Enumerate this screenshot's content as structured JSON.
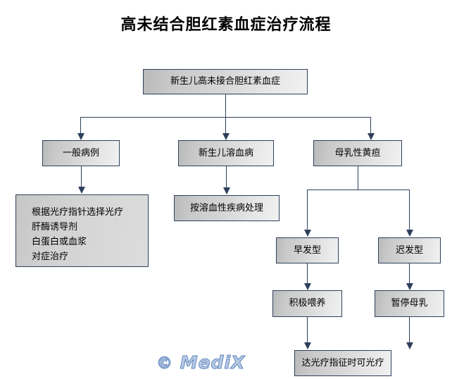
{
  "title": "高未结合胆红素血症治疗流程",
  "watermark": {
    "symbol": "©",
    "text": "MediX"
  },
  "chart_data": {
    "type": "diagram",
    "title": "高未结合胆红素血症治疗流程",
    "orientation": "top-down",
    "nodes": [
      {
        "id": "root",
        "label": "新生儿高未接合胆红素血症"
      },
      {
        "id": "general",
        "label": "一般病例"
      },
      {
        "id": "hemolytic",
        "label": "新生儿溶血病"
      },
      {
        "id": "breastmilk",
        "label": "母乳性黄疸"
      },
      {
        "id": "general_tx",
        "label": "根据光疗指针选择光疗\n肝酶诱导剂\n白蛋白或血浆\n对症治疗"
      },
      {
        "id": "hemolytic_tx",
        "label": "按溶血性疾病处理"
      },
      {
        "id": "early",
        "label": "早发型"
      },
      {
        "id": "late",
        "label": "迟发型"
      },
      {
        "id": "feeding",
        "label": "积极喂养"
      },
      {
        "id": "pause",
        "label": "暂停母乳"
      },
      {
        "id": "phototherapy",
        "label": "达光疗指征时可光疗"
      }
    ],
    "edges": [
      {
        "from": "root",
        "to": "general"
      },
      {
        "from": "root",
        "to": "hemolytic"
      },
      {
        "from": "root",
        "to": "breastmilk"
      },
      {
        "from": "general",
        "to": "general_tx"
      },
      {
        "from": "hemolytic",
        "to": "hemolytic_tx"
      },
      {
        "from": "breastmilk",
        "to": "early"
      },
      {
        "from": "breastmilk",
        "to": "late"
      },
      {
        "from": "early",
        "to": "feeding"
      },
      {
        "from": "late",
        "to": "pause"
      },
      {
        "from": "feeding",
        "to": "phototherapy"
      },
      {
        "from": "pause",
        "to": "phototherapy"
      }
    ]
  },
  "nodes": {
    "root": "新生儿高未接合胆红素血症",
    "general": "一般病例",
    "hemolytic": "新生儿溶血病",
    "breastmilk": "母乳性黄疸",
    "general_tx_lines": [
      "根据光疗指针选择光疗",
      "肝酶诱导剂",
      "白蛋白或血浆",
      "对症治疗"
    ],
    "hemolytic_tx": "按溶血性疾病处理",
    "early": "早发型",
    "late": "迟发型",
    "feeding": "积极喂养",
    "pause": "暂停母乳",
    "phototherapy": "达光疗指征时可光疗"
  },
  "colors": {
    "border": "#2e3f5c",
    "background": "#ffffff",
    "node_fill_light": "#f1f1f1",
    "node_fill_dark": "#b9b9b9",
    "watermark": "#b9cbe4"
  }
}
